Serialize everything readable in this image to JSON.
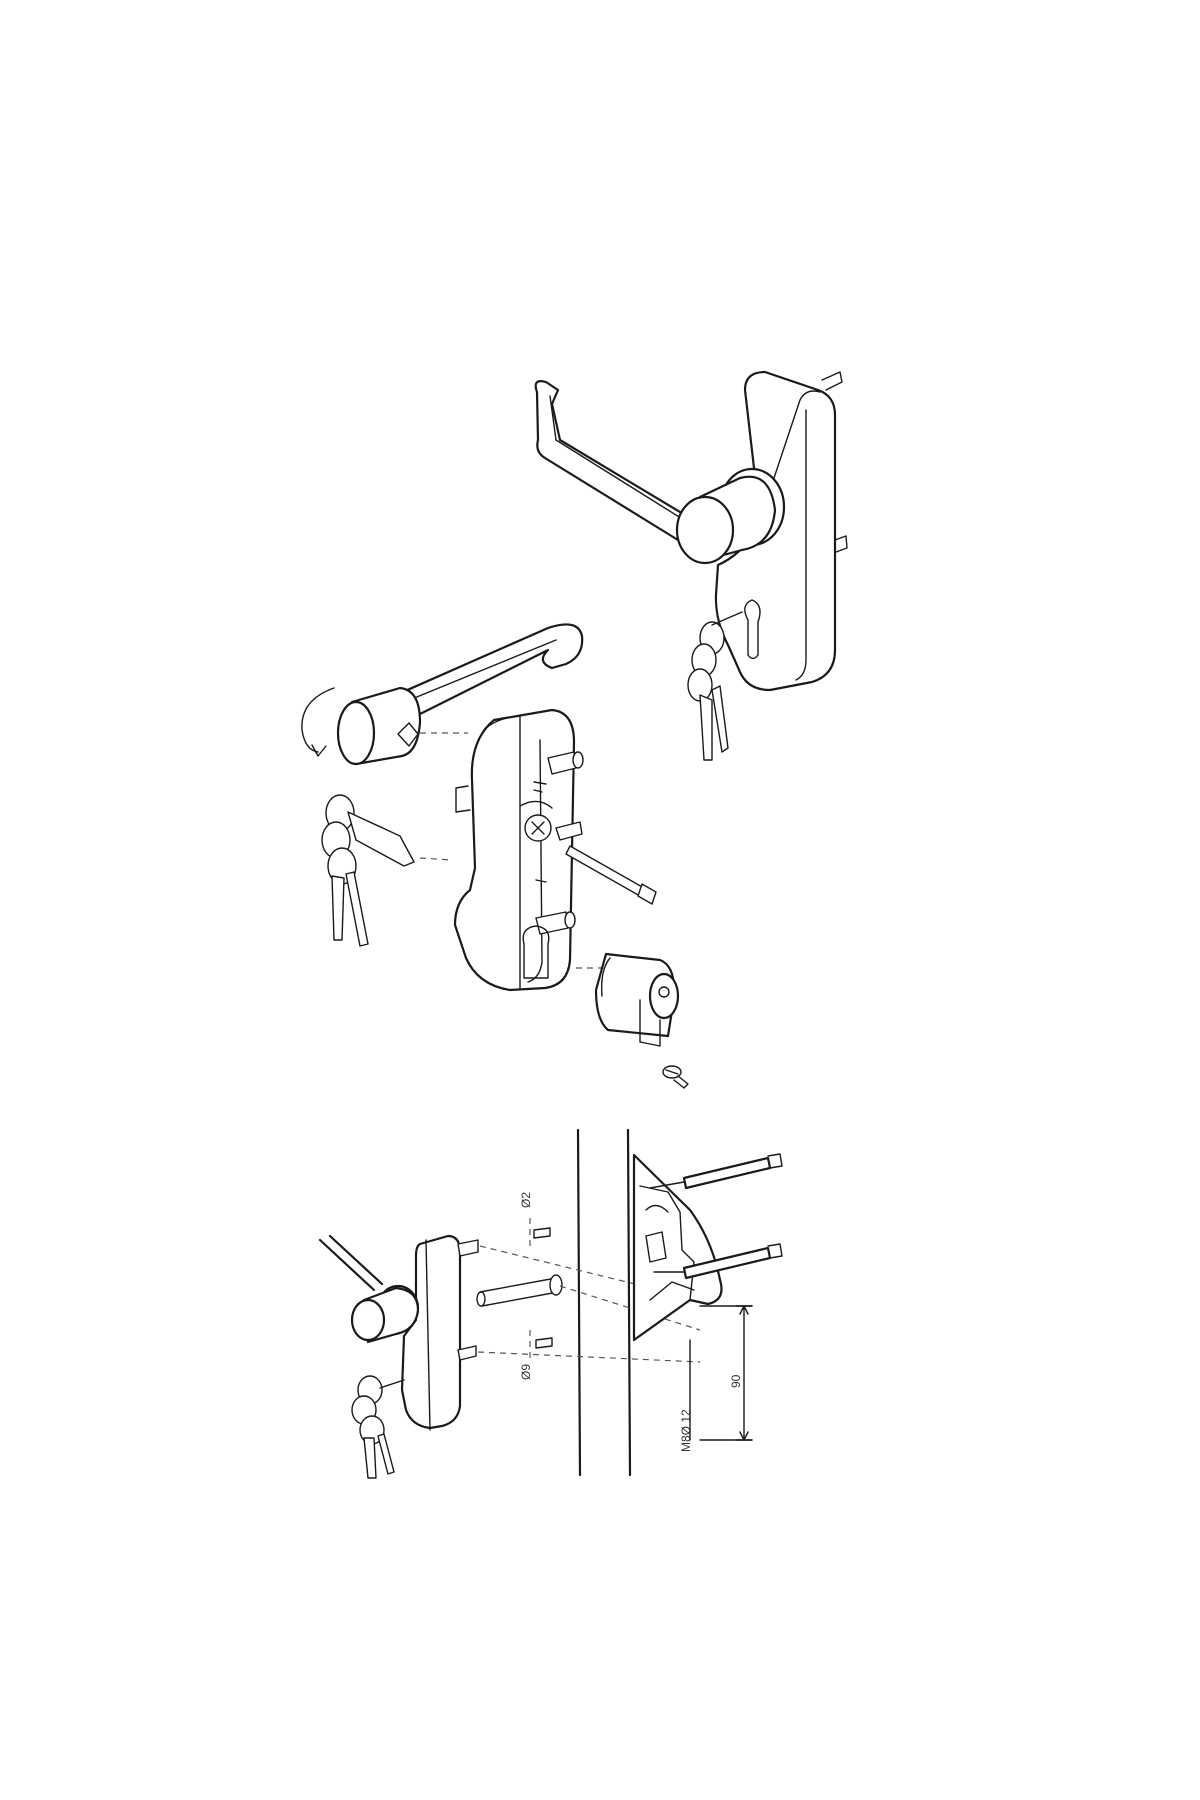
{
  "figure": {
    "type": "exploded assembly / mounting diagram",
    "line_color": "#1a1a1a",
    "background": "#ffffff"
  },
  "dimensions": {
    "top_hole": "Ø2",
    "bottom_hole": "Ø9",
    "thread": "M8Ø 12",
    "spacing": "90"
  }
}
